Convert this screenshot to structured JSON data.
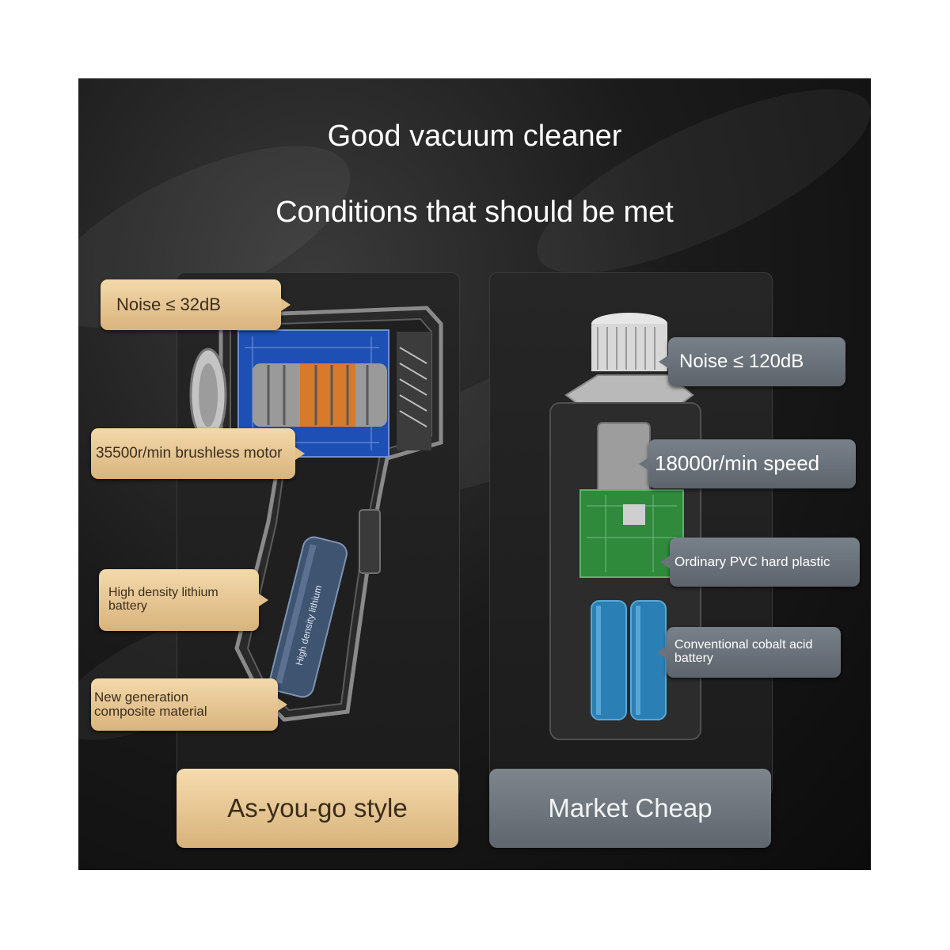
{
  "header": {
    "title_line1": "Good vacuum cleaner",
    "title_line2": "Conditions that should be met"
  },
  "left": {
    "footer": "As-you-go style",
    "labels": {
      "noise": "Noise ≤ 32dB",
      "motor": "35500r/min brushless motor",
      "battery": "High density lithium battery",
      "material": "New generation composite material"
    },
    "battery_print": "High density lithium"
  },
  "right": {
    "footer": "Market Cheap",
    "labels": {
      "noise": "Noise ≤ 120dB",
      "speed": "18000r/min speed",
      "plastic": "Ordinary PVC hard plastic",
      "battery": "Conventional cobalt acid battery"
    }
  },
  "colors": {
    "gold_label": "#e3c08a",
    "grey_label": "#6b727a",
    "background": "#141414",
    "battery_blue": "#2a7fb5"
  }
}
